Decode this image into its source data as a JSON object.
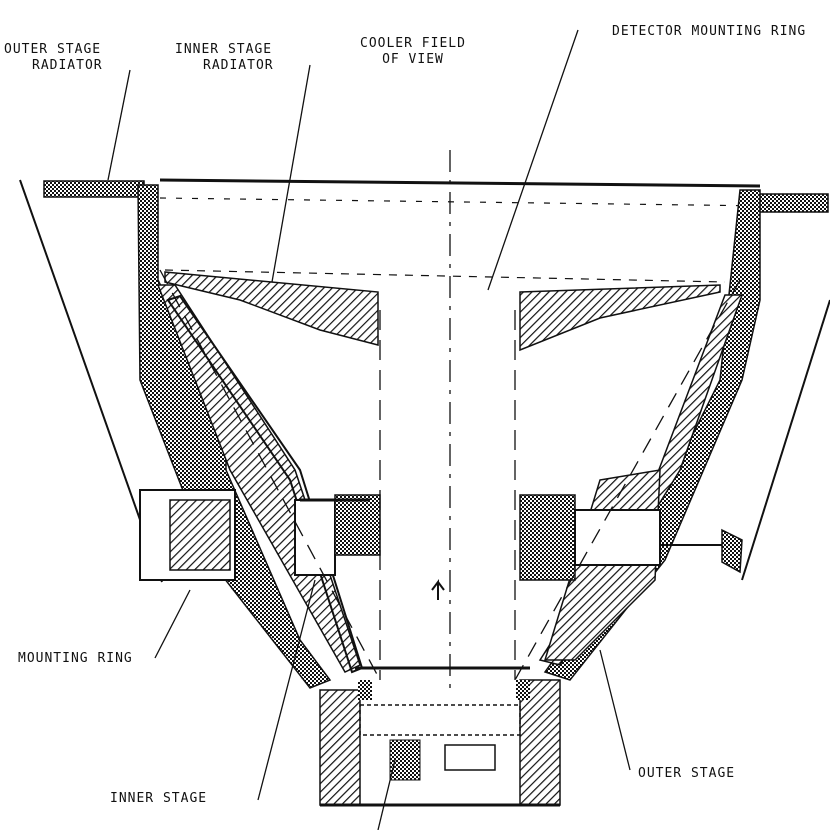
{
  "diagram": {
    "colors": {
      "ink": "#111111",
      "paper": "#ffffff"
    },
    "labels": {
      "outer_stage_radiator": [
        "OUTER STAGE",
        "RADIATOR"
      ],
      "inner_stage_radiator": [
        "INNER STAGE",
        "RADIATOR"
      ],
      "cooler_field_of_view": [
        "COOLER FIELD",
        "OF VIEW"
      ],
      "detector_mounting_ring": "DETECTOR MOUNTING RING",
      "mounting_ring": "MOUNTING RING",
      "inner_stage": "INNER STAGE",
      "outer_stage": "OUTER STAGE"
    }
  }
}
